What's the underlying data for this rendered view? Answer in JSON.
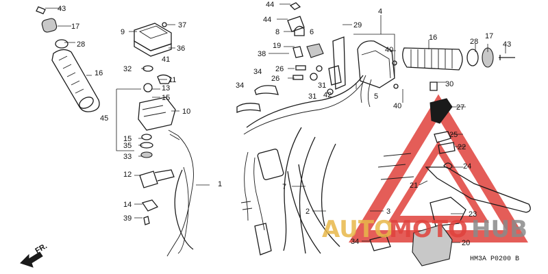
{
  "diagram": {
    "callouts": [
      "43",
      "17",
      "28",
      "16",
      "9",
      "37",
      "36",
      "41",
      "32",
      "11",
      "13",
      "15",
      "10",
      "45",
      "15",
      "35",
      "33",
      "12",
      "14",
      "39",
      "1",
      "44",
      "44",
      "8",
      "6",
      "29",
      "4",
      "19",
      "38",
      "26",
      "26",
      "31",
      "31",
      "42",
      "34",
      "34",
      "40",
      "5",
      "40",
      "16",
      "17",
      "28",
      "43",
      "30",
      "27",
      "25",
      "22",
      "24",
      "21",
      "7",
      "2",
      "3",
      "23",
      "34",
      "20"
    ],
    "front_arrow_label": "FR.",
    "figure_code": "HM3A P0200 B",
    "watermark": {
      "auto": "AUTO",
      "moto": "MOTO",
      "hub": "HUB"
    }
  },
  "colors": {
    "watermark_red": "#e0413c",
    "watermark_gold": "#e8b84a",
    "watermark_grey": "#8a8a8a",
    "line": "#1a1a1a"
  }
}
